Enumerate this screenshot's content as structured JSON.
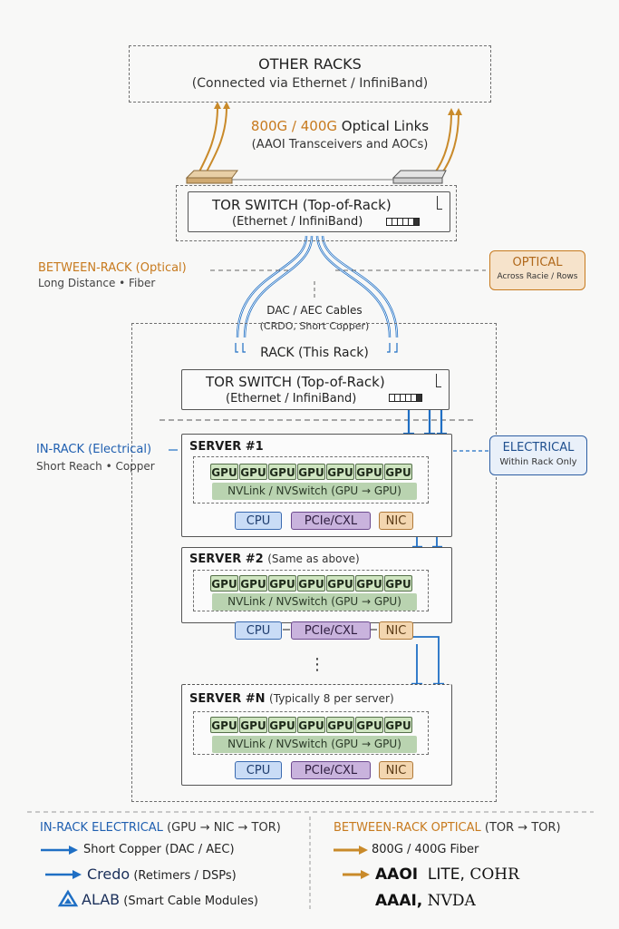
{
  "other_racks": {
    "title": "OTHER RACKS",
    "subtitle": "(Connected via Ethernet / InfiniBand)"
  },
  "optical_links": {
    "speed": "800G / 400G",
    "label": "Optical Links",
    "detail": "(AAOI Transceivers and AOCs)"
  },
  "top_tor": {
    "title": "TOR SWITCH (Top-of-Rack)",
    "subtitle": "(Ethernet / InfiniBand)",
    "port_count": 6
  },
  "between_rack": {
    "label": "BETWEEN-RACK (Optical)",
    "sub": "Long Distance • Fiber"
  },
  "optical_badge": {
    "title": "OPTICAL",
    "sub": "Across Racie / Rows"
  },
  "cables": {
    "title": "DAC / AEC Cables",
    "sub": "(CRDO, Short Copper)"
  },
  "rack_label": "RACK (This Rack)",
  "rack_tor": {
    "title": "TOR SWITCH (Top-of-Rack)",
    "subtitle": "(Ethernet / InfiniBand)"
  },
  "in_rack": {
    "label": "IN-RACK (Electrical)",
    "sub": "Short Reach • Copper"
  },
  "electrical_badge": {
    "title": "ELECTRICAL",
    "sub": "Within Rack Only"
  },
  "servers": [
    {
      "name": "SERVER #1",
      "note": "",
      "gpus": [
        "GPU",
        "GPU",
        "GPU",
        "GPU",
        "GPU",
        "GPU",
        "GPU"
      ],
      "nvlink": "NVLink / NVSwitch (GPU → GPU)",
      "cpu": "CPU",
      "pcie": "PCIe/CXL",
      "nic": "NIC"
    },
    {
      "name": "SERVER #2",
      "note": "(Same as above)",
      "gpus": [
        "GPU",
        "GPU",
        "GPU",
        "GPU",
        "GPU",
        "GPU",
        "GPU"
      ],
      "nvlink": "NVLink / NVSwitch (GPU → GPU)",
      "cpu": "CPU",
      "pcie": "PCIe/CXL",
      "nic": "NIC"
    },
    {
      "name": "SERVER #N",
      "note": "(Typically 8 per server)",
      "gpus": [
        "GPU",
        "GPU",
        "GPU",
        "GPU",
        "GPU",
        "GPU",
        "GPU"
      ],
      "nvlink": "NVLink / NVSwitch (GPU → GPU)",
      "cpu": "CPU",
      "pcie": "PCIe/CXL",
      "nic": "NIC"
    }
  ],
  "ellipsis": "⋮",
  "legend": {
    "left": {
      "heading": "IN-RACK ELECTRICAL",
      "heading_note": "(GPU → NIC → TOR)",
      "items": [
        {
          "icon": "arrow-right-icon",
          "strong": "",
          "text": "Short Copper (DAC / AEC)"
        },
        {
          "icon": "arrow-right-icon",
          "strong": "Credo",
          "text": "(Retimers / DSPs)"
        },
        {
          "icon": "triangle-logo-icon",
          "strong": "ALAB",
          "text": "(Smart Cable Modules)"
        }
      ]
    },
    "right": {
      "heading": "BETWEEN-RACK OPTICAL",
      "heading_note": "(TOR → TOR)",
      "items": [
        {
          "icon": "arrow-right-icon",
          "text": "800G / 400G Fiber"
        },
        {
          "icon": "arrow-right-icon",
          "strong": "AAOI",
          "text": "LITE,",
          "serif": "COHR"
        },
        {
          "icon": "",
          "strong": "AAAI,",
          "serif": "NVDA"
        }
      ]
    }
  },
  "colors": {
    "optical": "#c77a1e",
    "electrical": "#1f6fc4",
    "gpu": "#cfe5c1",
    "cpu": "#c9dcf6",
    "pcie": "#c9b3dd",
    "nic": "#f3d6b0"
  }
}
